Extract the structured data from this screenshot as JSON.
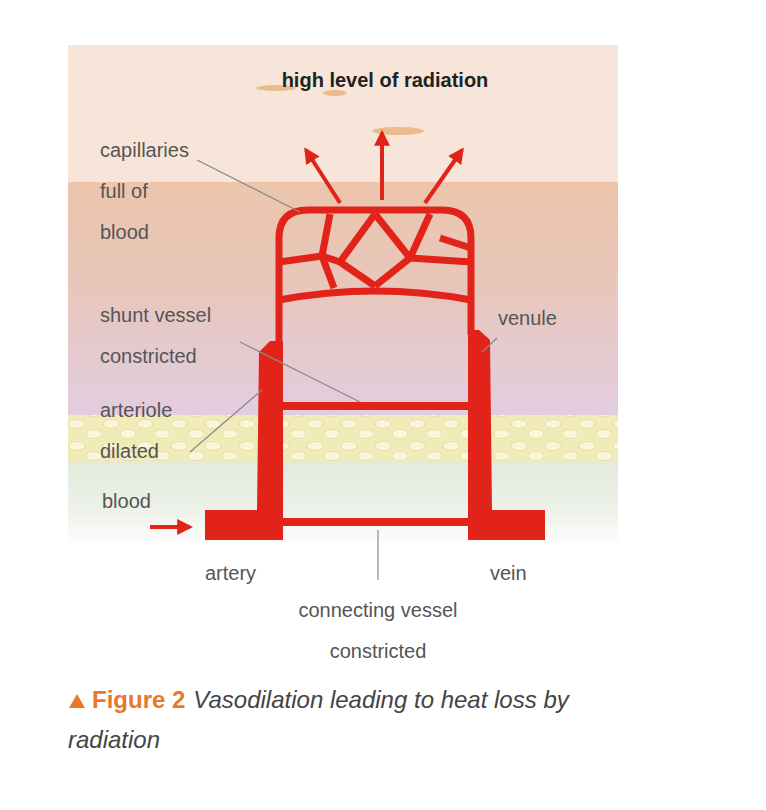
{
  "diagram": {
    "caption": "Vasodilation leading to heat loss by radiation",
    "labels": [
      "high level of radiation",
      "capillaries full of blood",
      "shunt vessel constricted",
      "venule",
      "arteriole dilated",
      "blood",
      "artery",
      "vein",
      "connecting vessel constricted",
      "Figure 2"
    ]
  }
}
